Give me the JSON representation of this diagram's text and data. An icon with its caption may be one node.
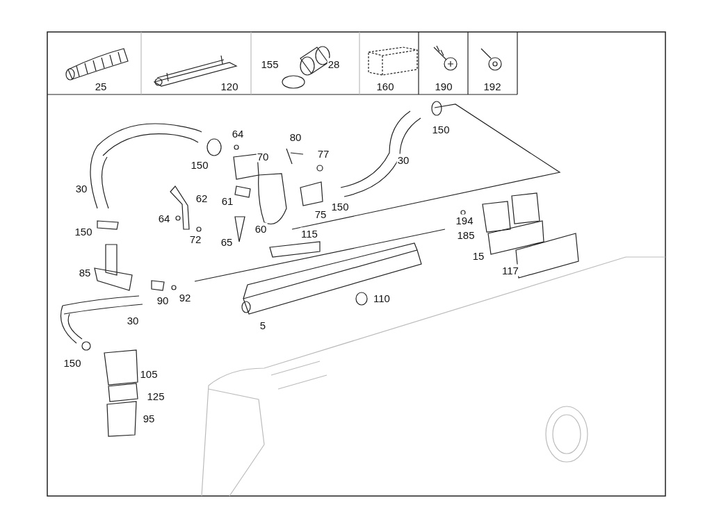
{
  "diagram": {
    "labels": [
      "155",
      "28",
      "25",
      "120",
      "160",
      "190",
      "192",
      "150",
      "64",
      "80",
      "77",
      "70",
      "30",
      "150",
      "30",
      "62",
      "61",
      "150",
      "75",
      "64",
      "194",
      "60",
      "150",
      "115",
      "185",
      "72",
      "65",
      "15",
      "85",
      "117",
      "90",
      "92",
      "110",
      "30",
      "5",
      "150",
      "105",
      "125",
      "95"
    ]
  }
}
